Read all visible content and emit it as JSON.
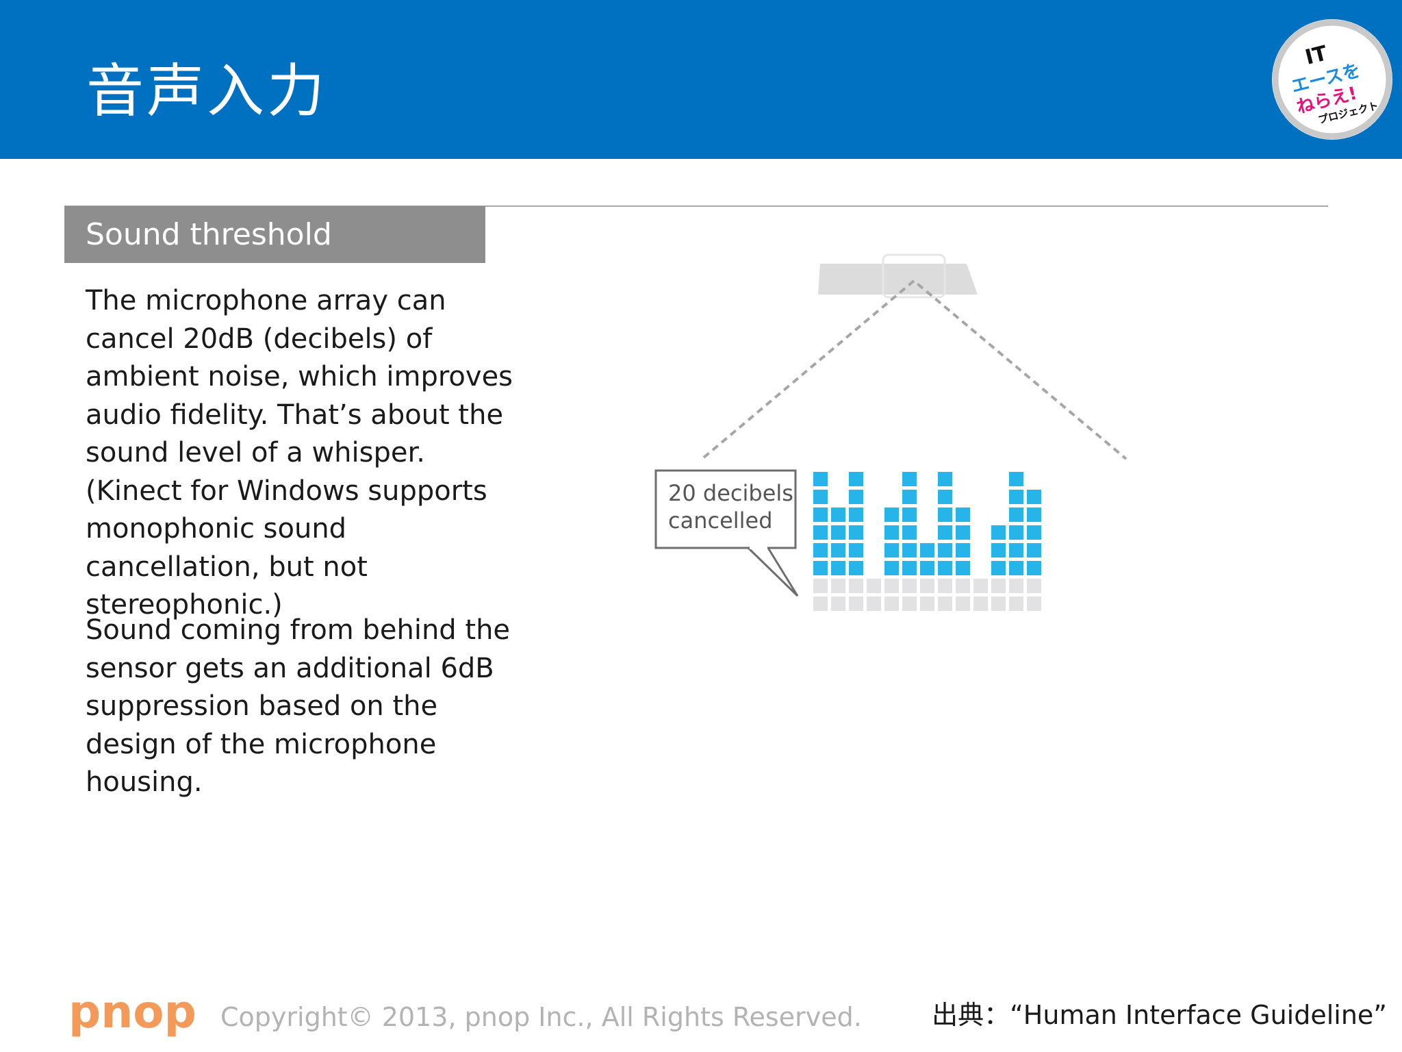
{
  "slide": {
    "title": "音声入力",
    "section_label": "Sound threshold",
    "paragraphs": [
      "The microphone array can cancel 20dB (decibels) of ambient noise, which improves audio fidelity. That’s about the sound level of a whisper. (Kinect for Windows supports monophonic sound cancellation, but not stereophonic.)",
      "Sound coming from behind the sensor gets an additional 6dB suppression based on the design of the microphone housing."
    ]
  },
  "badge": {
    "it": "IT",
    "line2": "エースを",
    "line3": "ねらえ!",
    "line4": "プロジェクト"
  },
  "diagram": {
    "callout_line1": "20 decibels",
    "callout_line2": "cancelled",
    "bars": [
      6,
      4,
      6,
      0,
      4,
      6,
      2,
      6,
      4,
      0,
      3,
      6,
      5
    ],
    "cancelled_levels": 2,
    "colors": {
      "active": "#27b4e8",
      "cancelled": "#e2e2e4",
      "line": "#a6a6a6"
    }
  },
  "footer": {
    "logo": "pnop",
    "copyright": "Copyright© 2013, pnop Inc., All Rights Reserved.",
    "source": "出典：“Human Interface Guideline”"
  },
  "colors": {
    "header": "#0070c0",
    "section": "#8e8e8e",
    "logo": "#f39a5a"
  }
}
